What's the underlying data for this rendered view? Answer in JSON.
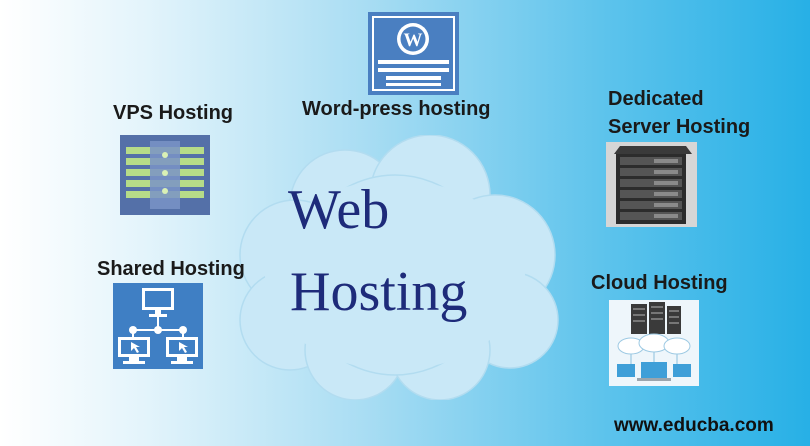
{
  "center": {
    "line1": "Web",
    "line2": "Hosting"
  },
  "nodes": {
    "wordpress": {
      "label": "Word-press hosting",
      "icon": "wordpress-icon"
    },
    "vps": {
      "label": "VPS Hosting",
      "icon": "vps-server-icon"
    },
    "dedicated": {
      "line1": "Dedicated",
      "line2": "Server Hosting",
      "icon": "server-rack-icon"
    },
    "shared": {
      "label": "Shared Hosting",
      "icon": "network-computers-icon"
    },
    "cloud": {
      "label": "Cloud Hosting",
      "icon": "cloud-servers-icon"
    }
  },
  "footer": {
    "url": "www.educba.com"
  },
  "colors": {
    "center_text": "#1e2b7a",
    "cloud_fill": "#c7e7f7",
    "wordpress_blue": "#4a7fc1"
  }
}
